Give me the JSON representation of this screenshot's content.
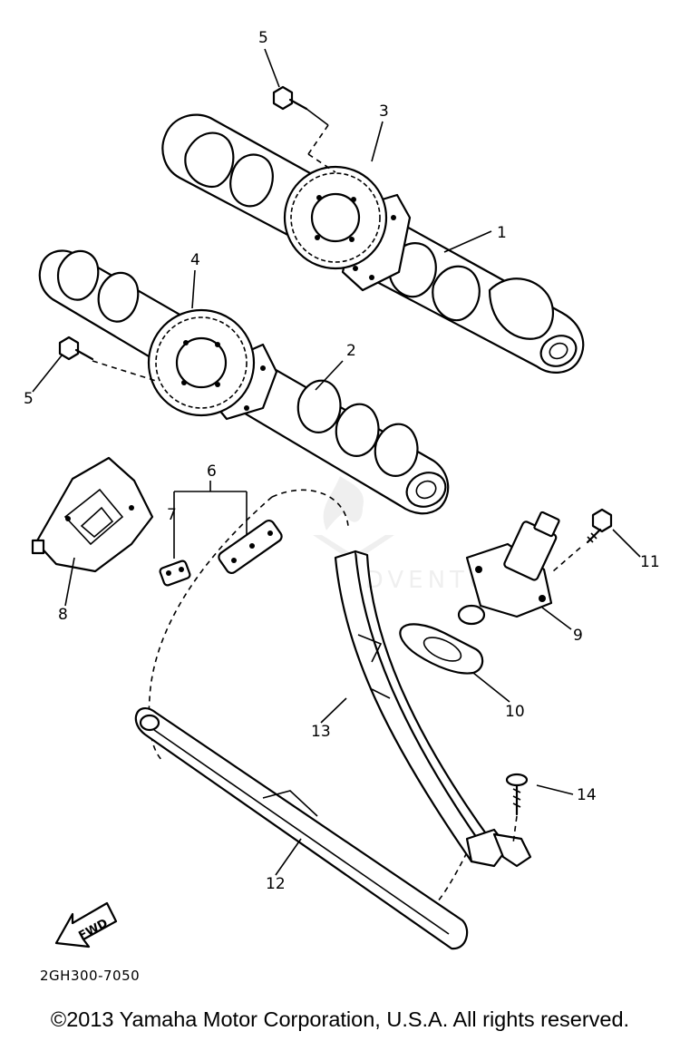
{
  "diagram": {
    "callouts": [
      "1",
      "2",
      "3",
      "4",
      "5",
      "5",
      "6",
      "7",
      "8",
      "9",
      "10",
      "11",
      "12",
      "13",
      "14"
    ],
    "fwd_label": "FWD",
    "watermark_text": "ADVENTURE",
    "part_code": "2GH300-7050",
    "copyright": "©2013 Yamaha Motor Corporation, U.S.A. All rights reserved."
  }
}
